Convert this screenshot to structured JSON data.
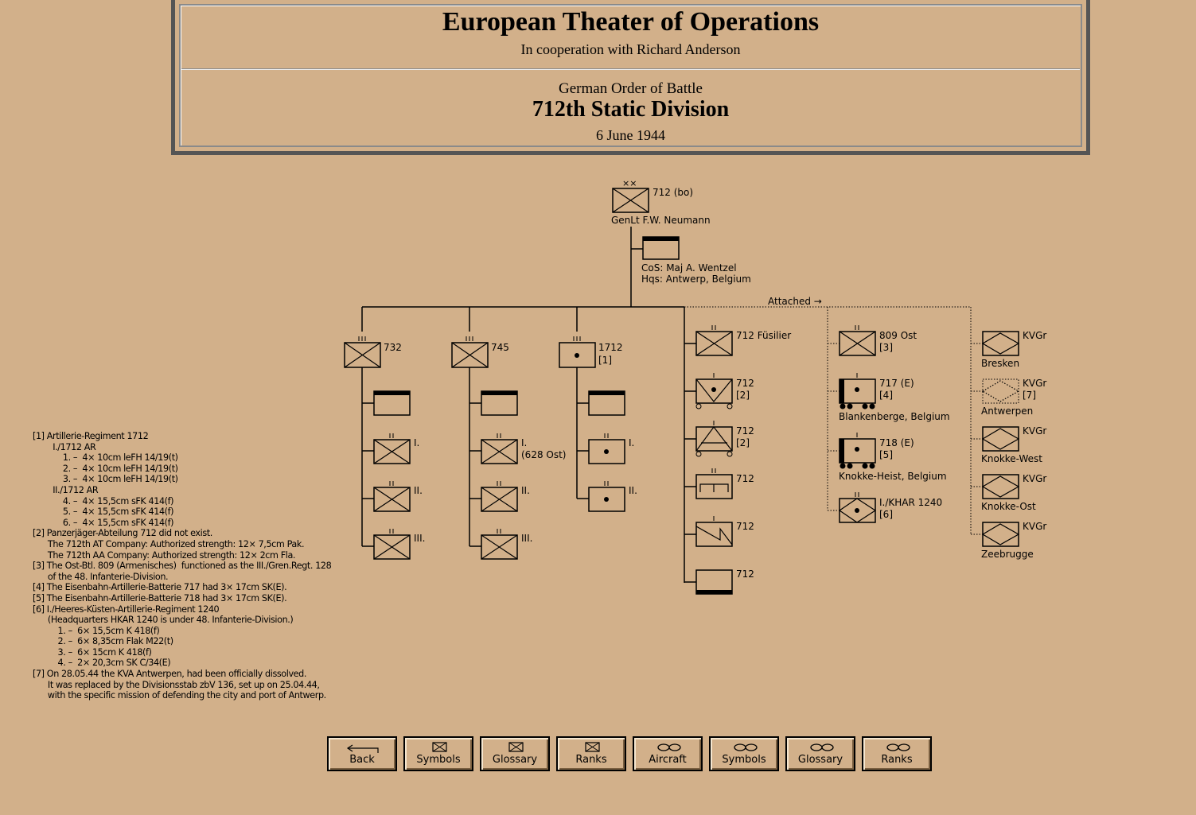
{
  "header": {
    "title": "European Theater of Operations",
    "subtitle": "In cooperation with Richard Anderson",
    "oob_label": "German Order of Battle",
    "division": "712th Static Division",
    "date": "6 June 1944"
  },
  "chart": {
    "division": {
      "echelon": "××",
      "label": "712 (bo)",
      "commander": "GenLt  F.W. Neumann"
    },
    "hq": {
      "cos": "CoS:  Maj  A. Wentzel",
      "hqs": "Hqs:  Antwerp, Belgium"
    },
    "attached_label": "Attached →",
    "regiments": [
      {
        "label": "732",
        "battalions": [
          "I.",
          "II.",
          "III."
        ]
      },
      {
        "label": "745",
        "battalions": [
          "I.",
          "II.",
          "III."
        ],
        "extra": "(628 Ost)"
      },
      {
        "label": "1712",
        "note": "[1]",
        "battalions": [
          "I.",
          "II."
        ]
      }
    ],
    "divisional_units": [
      {
        "label": "712 Füsilier"
      },
      {
        "label": "712",
        "note": "[2]"
      },
      {
        "label": "712",
        "note": "[2]"
      },
      {
        "label": "712"
      },
      {
        "label": "712"
      },
      {
        "label": "712"
      }
    ],
    "attached": [
      {
        "label": "809 Ost",
        "note": "[3]"
      },
      {
        "label": "717 (E)",
        "note": "[4]",
        "location": "Blankenberge, Belgium"
      },
      {
        "label": "718 (E)",
        "note": "[5]",
        "location": "Knokke-Heist, Belgium"
      },
      {
        "label": "I./KHAR 1240",
        "note": "[6]"
      }
    ],
    "kvgr": [
      {
        "label": "KVGr",
        "location": "Bresken"
      },
      {
        "label": "KVGr",
        "note": "[7]",
        "location": "Antwerpen"
      },
      {
        "label": "KVGr",
        "location": "Knokke-West"
      },
      {
        "label": "KVGr",
        "location": "Knokke-Ost"
      },
      {
        "label": "KVGr",
        "location": "Zeebrugge"
      }
    ]
  },
  "notes": [
    "[1] Artillerie-Regiment 1712",
    "        I./1712 AR",
    "            1. –  4× 10cm leFH 14/19(t)",
    "            2. –  4× 10cm leFH 14/19(t)",
    "            3. –  4× 10cm leFH 14/19(t)",
    "        II./1712 AR",
    "            4. –  4× 15,5cm sFK 414(f)",
    "            5. –  4× 15,5cm sFK 414(f)",
    "            6. –  4× 15,5cm sFK 414(f)",
    "[2] Panzerjäger-Abteilung 712 did not exist.",
    "      The 712th AT Company: Authorized strength: 12× 7,5cm Pak.",
    "      The 712th AA Company: Authorized strength: 12× 2cm Fla.",
    "[3] The Ost-Btl. 809 (Armenisches)  functioned as the III./Gren.Regt. 128",
    "      of the 48. Infanterie-Division.",
    "[4] The Eisenbahn-Artillerie-Batterie 717 had 3× 17cm SK(E).",
    "[5] The Eisenbahn-Artillerie-Batterie 718 had 3× 17cm SK(E).",
    "[6] I./Heeres-Küsten-Artillerie-Regiment 1240",
    "      (Headquarters HKAR 1240 is under 48. Infanterie-Division.)",
    "          1. –  6× 15,5cm K 418(f)",
    "          2. –  6× 8,35cm Flak M22(t)",
    "          3. –  6× 15cm K 418(f)",
    "          4. –  2× 20,3cm SK C/34(E)",
    "[7] On 28.05.44 the KVA Antwerpen, had been officially dissolved.",
    "      It was replaced by the Divisionsstab zbV 136, set up on 25.04.44,",
    "      with the specific mission of defending the city and port of Antwerp."
  ],
  "nav": [
    {
      "label": "Back",
      "icon": "back-arrow-icon"
    },
    {
      "label": "Symbols",
      "icon": "army-symbol-icon"
    },
    {
      "label": "Glossary",
      "icon": "army-symbol-icon"
    },
    {
      "label": "Ranks",
      "icon": "army-symbol-icon"
    },
    {
      "label": "Aircraft",
      "icon": "air-symbol-icon"
    },
    {
      "label": "Symbols",
      "icon": "air-symbol-icon"
    },
    {
      "label": "Glossary",
      "icon": "air-symbol-icon"
    },
    {
      "label": "Ranks",
      "icon": "air-symbol-icon"
    }
  ]
}
